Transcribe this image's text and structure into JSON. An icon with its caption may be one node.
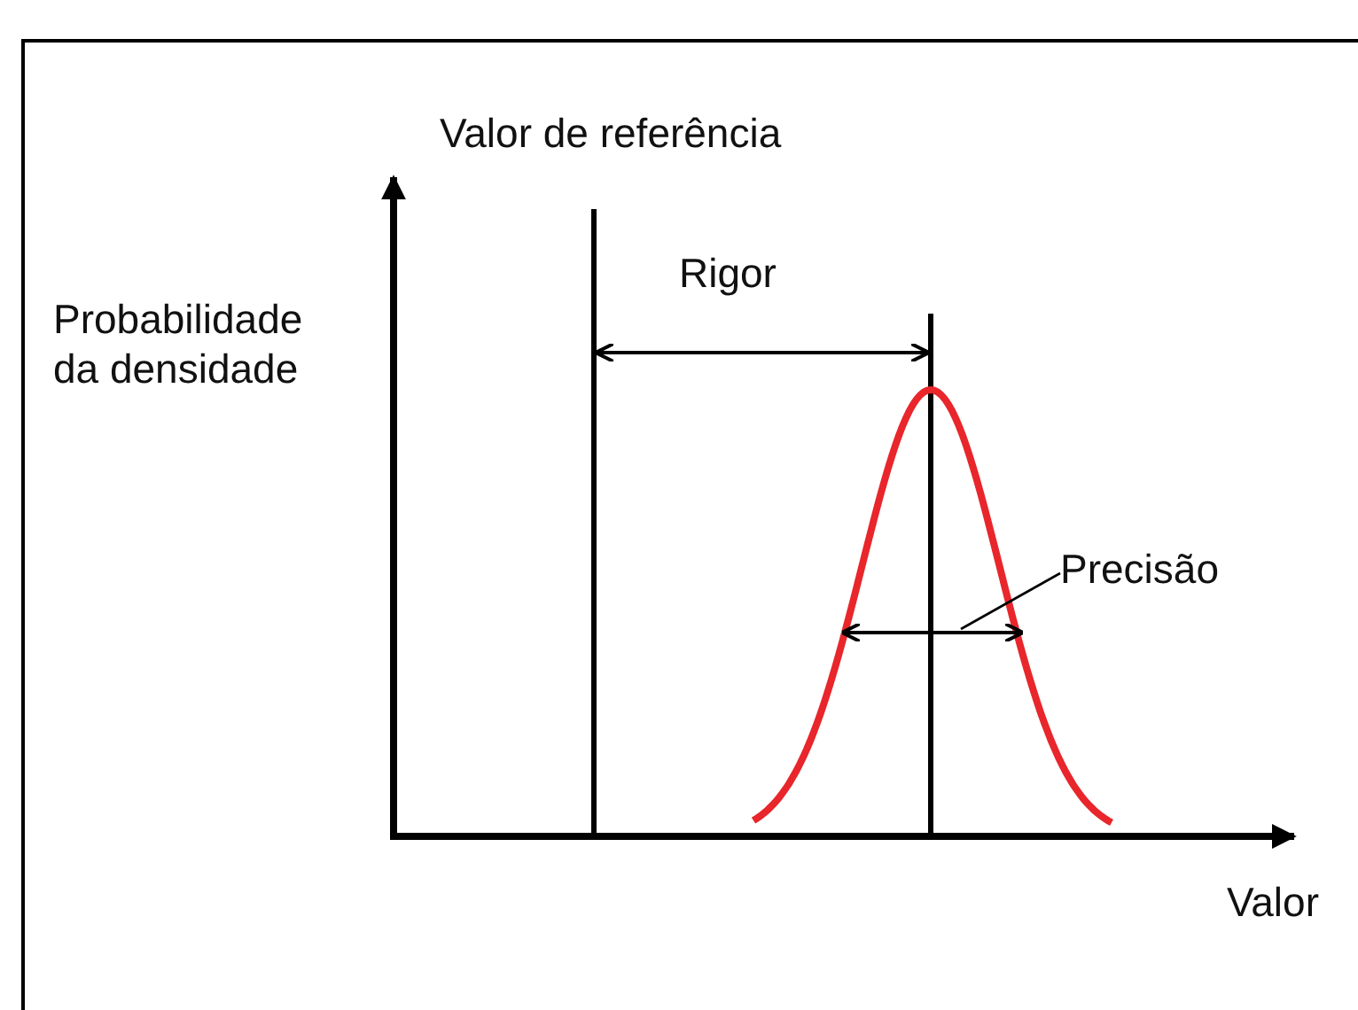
{
  "diagram": {
    "nodes": [
      {
        "text": [
          "Precisão"
        ]
      },
      {
        "text": [],
        "shape": "bar"
      }
    ],
    "edges": [
      {
        "from": 0,
        "to": 1,
        "arrow": "none"
      }
    ],
    "labels": [
      "Valor de referência",
      "Probabilidade da densidade",
      "Rigor",
      "Valor"
    ]
  }
}
